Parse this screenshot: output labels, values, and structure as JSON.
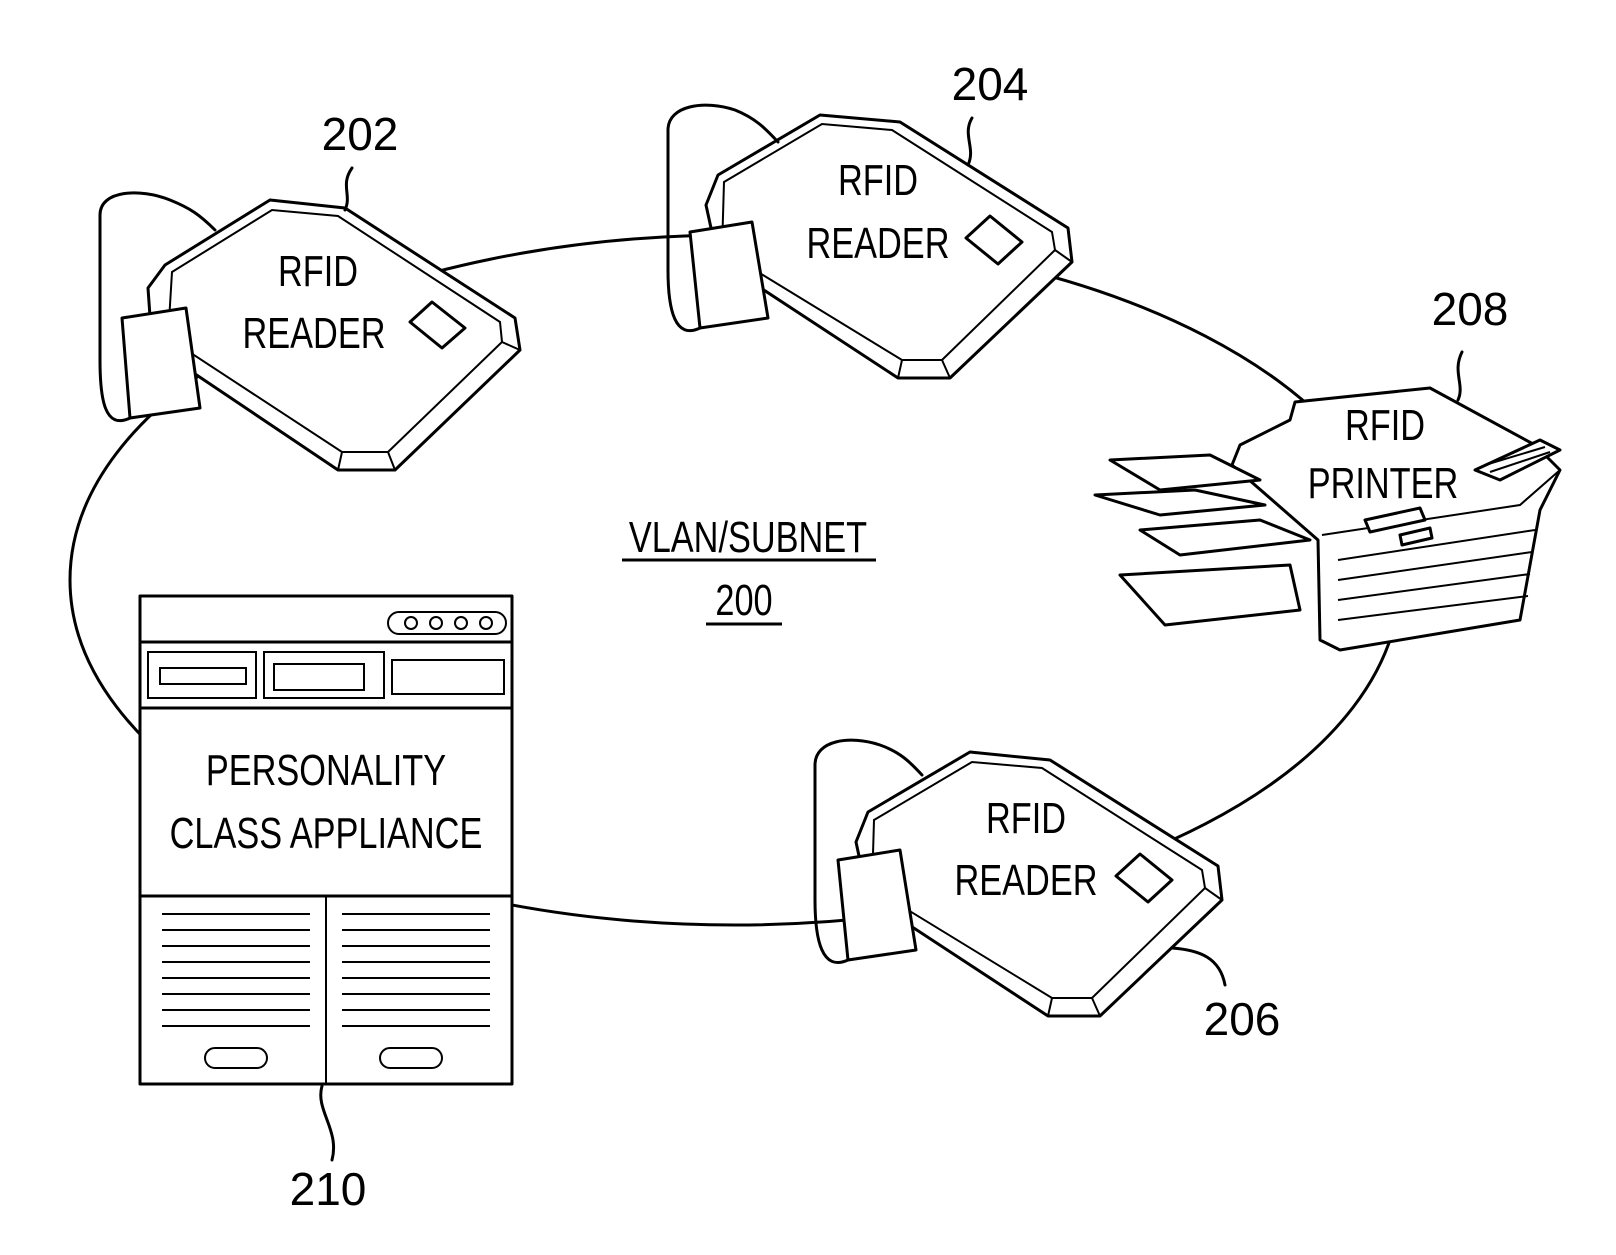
{
  "network": {
    "label": "VLAN/SUBNET",
    "ref": "200"
  },
  "devices": {
    "reader_202": {
      "line1": "RFID",
      "line2": "READER",
      "ref": "202"
    },
    "reader_204": {
      "line1": "RFID",
      "line2": "READER",
      "ref": "204"
    },
    "reader_206": {
      "line1": "RFID",
      "line2": "READER",
      "ref": "206"
    },
    "printer_208": {
      "line1": "RFID",
      "line2": "PRINTER",
      "ref": "208"
    },
    "appliance_210": {
      "line1": "PERSONALITY",
      "line2": "CLASS  APPLIANCE",
      "ref": "210"
    }
  }
}
